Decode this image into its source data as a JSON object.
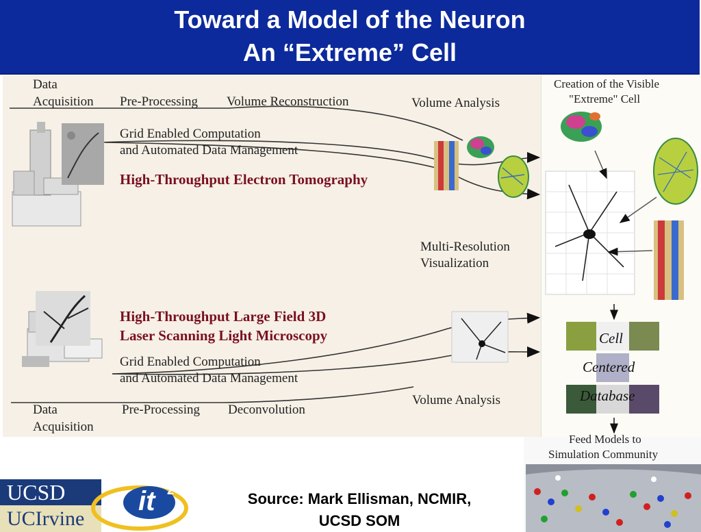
{
  "title": {
    "line1": "Toward a Model of the Neuron",
    "line2": "An “Extreme” Cell"
  },
  "top_flow": {
    "data_acq_1": "Data",
    "data_acq_2": "Acquisition",
    "preproc": "Pre-Processing",
    "volrec": "Volume Reconstruction",
    "volume_analysis": "Volume Analysis",
    "grid_1": "Grid Enabled Computation",
    "grid_2": "and Automated Data Management",
    "heading": "High-Throughput Electron Tomography"
  },
  "middle": {
    "multires_1": "Multi-Resolution",
    "multires_2": "Visualization"
  },
  "bottom_flow": {
    "heading_1": "High-Throughput Large Field 3D",
    "heading_2": "Laser Scanning Light Microscopy",
    "grid_1": "Grid Enabled Computation",
    "grid_2": "and Automated Data Management",
    "volume_analysis": "Volume Analysis",
    "data_acq_1": "Data",
    "data_acq_2": "Acquisition",
    "preproc": "Pre-Processing",
    "deconv": "Deconvolution"
  },
  "right": {
    "creation_1": "Creation of the Visible",
    "creation_2": "\"Extreme\" Cell",
    "db_1": "Cell",
    "db_2": "Centered",
    "db_3": "Database",
    "feed_1": "Feed Models to",
    "feed_2": "Simulation Community"
  },
  "footer": {
    "source_1": "Source: Mark Ellisman, NCMIR,",
    "source_2": "UCSD SOM",
    "logo_ucsd": "UCSD",
    "logo_uci": "UCIrvine",
    "logo_it": "it",
    "logo_sup": "2"
  },
  "colors": {
    "title_bg": "#0d2a9c",
    "heading_red": "#7a1020",
    "diagram_bg": "#f6f0e6"
  }
}
